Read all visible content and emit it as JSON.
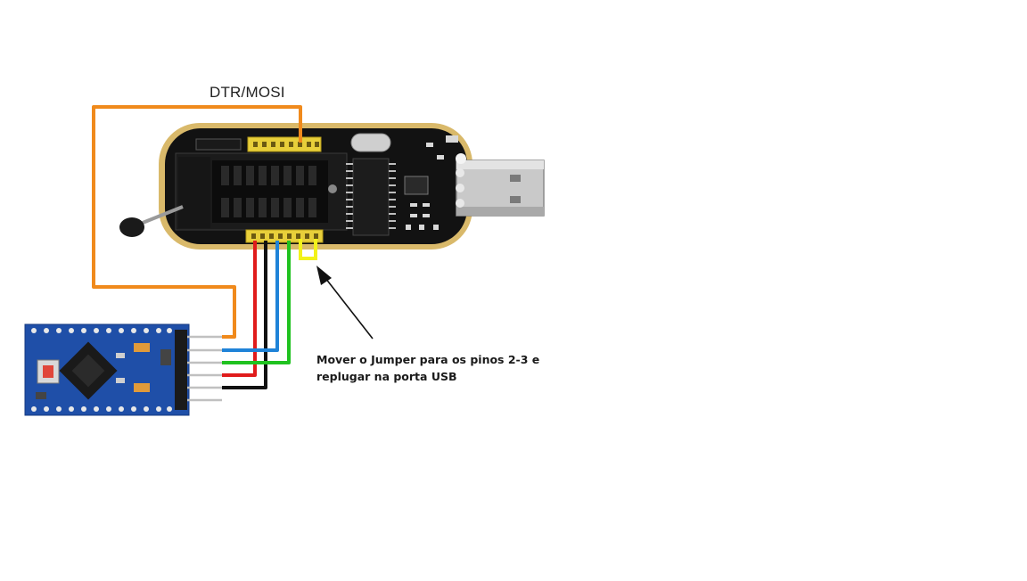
{
  "labels": {
    "dtr_mosi": "DTR/MOSI",
    "note_line1": "Mover o Jumper para os pinos 2-3 e",
    "note_line2": "replugar na porta USB"
  },
  "colors": {
    "dtr_wire": "#f08a1c",
    "vcc_wire": "#e01b1b",
    "tx_wire": "#1f83d8",
    "rx_wire": "#1fc21f",
    "gnd_wire": "#111111",
    "jumper_highlight": "#f2f21a",
    "programmer_pcb": "#121212",
    "arduino_pcb": "#1f4fa8"
  },
  "icons": {
    "arrow": "arrow-up-left-icon"
  }
}
